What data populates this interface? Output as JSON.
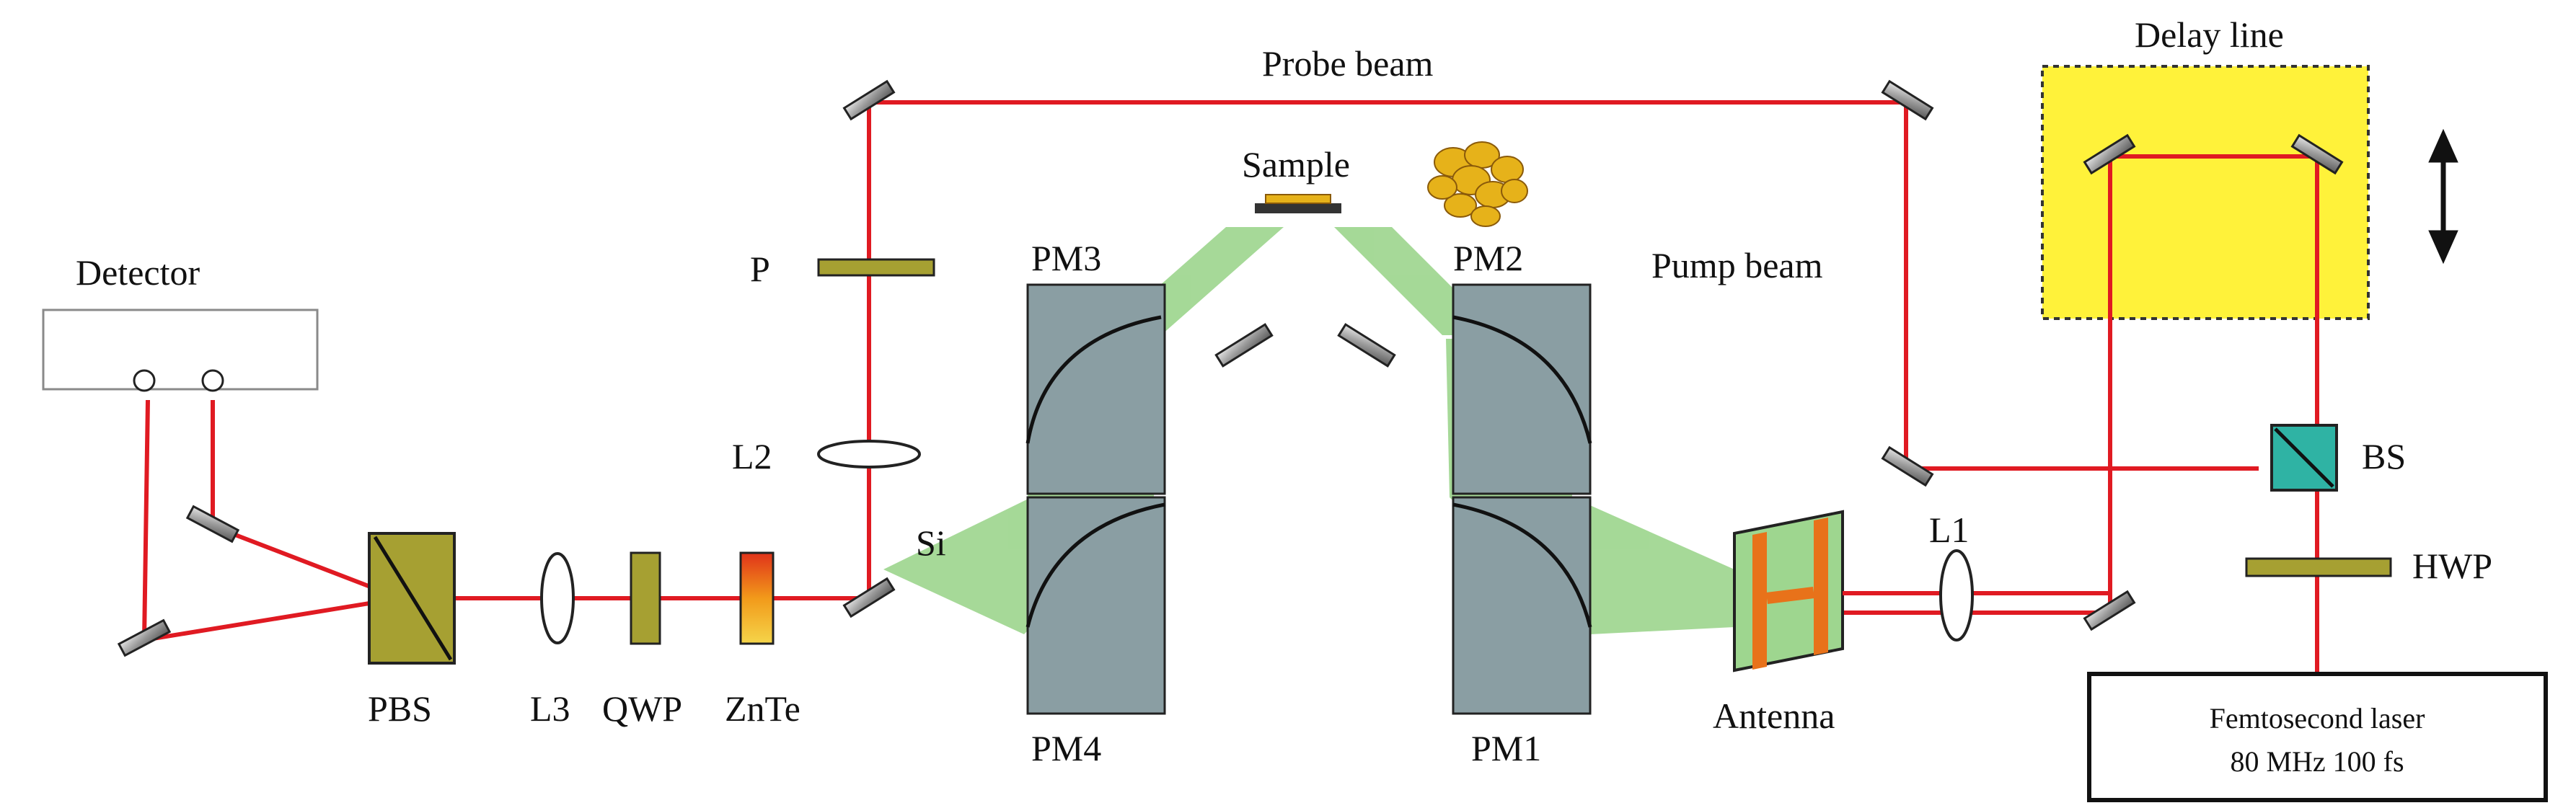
{
  "labels": {
    "probe_beam": "Probe beam",
    "pump_beam": "Pump beam",
    "delay_line": "Delay line",
    "sample": "Sample",
    "detector": "Detector",
    "pbs": "PBS",
    "l3": "L3",
    "qwp": "QWP",
    "znte": "ZnTe",
    "si": "Si",
    "p": "P",
    "l2": "L2",
    "pm1": "PM1",
    "pm2": "PM2",
    "pm3": "PM3",
    "pm4": "PM4",
    "antenna": "Antenna",
    "l1": "L1",
    "bs": "BS",
    "hwp": "HWP",
    "laser_line1": "Femtosecond laser",
    "laser_line2": "80 MHz 100 fs"
  },
  "colors": {
    "beam_red": "#e01a22",
    "thz_green": "#9ed68f",
    "delay_yellow": "#fff23a",
    "mirror_gray": "#a8a8a8",
    "pm_block": "#8a9ea3",
    "component_olive": "#a6a032",
    "bs_teal": "#2fb3a4",
    "sample_gold": "#e6b21a"
  },
  "icons": {
    "delay_arrow": "double-vertical-arrow-icon",
    "sample_crystals": "crystal-cluster-icon"
  }
}
